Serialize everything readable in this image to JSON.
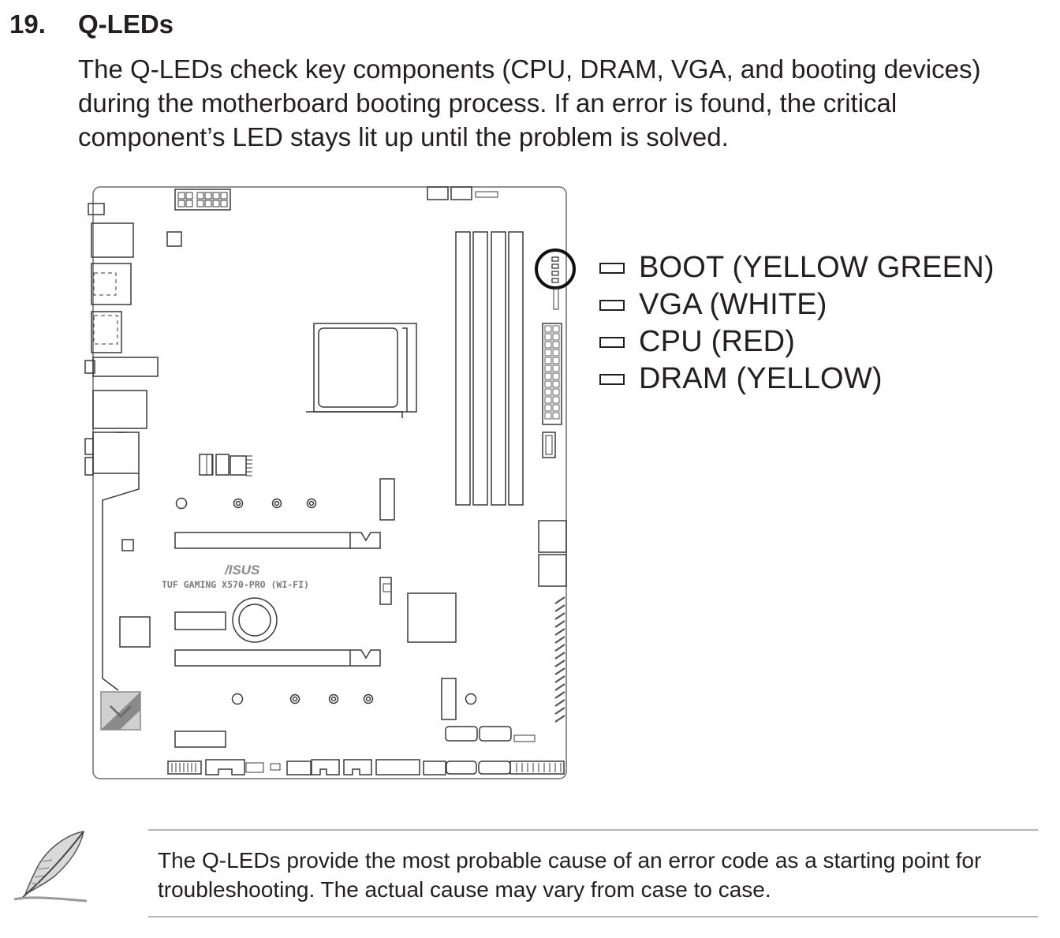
{
  "section": {
    "number": "19.",
    "title": "Q-LEDs",
    "body": "The Q-LEDs check key components (CPU, DRAM, VGA, and booting devices) during the motherboard booting process. If an error is found, the critical component’s LED stays lit up until the problem is solved."
  },
  "board": {
    "brand": "/ISUS",
    "model": "TUF GAMING X570-PRO (WI-FI)"
  },
  "legend": [
    {
      "label": "BOOT (YELLOW GREEN)"
    },
    {
      "label": "VGA (WHITE)"
    },
    {
      "label": "CPU (RED)"
    },
    {
      "label": "DRAM (YELLOW)"
    }
  ],
  "note": {
    "icon": "quill-icon",
    "text": "The Q-LEDs provide the most probable cause of an error code as a starting point for troubleshooting. The actual cause may vary from case to case."
  }
}
